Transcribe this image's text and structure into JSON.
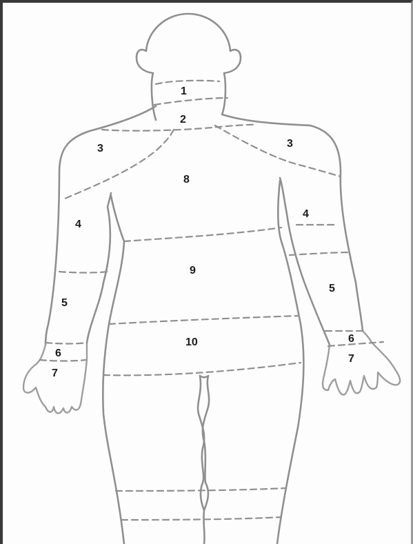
{
  "regions": [
    {
      "id": "neck",
      "label": "1"
    },
    {
      "id": "upper-back",
      "label": "2"
    },
    {
      "id": "shoulder-left",
      "label": "3"
    },
    {
      "id": "shoulder-right",
      "label": "3"
    },
    {
      "id": "upper-arm-left",
      "label": "4"
    },
    {
      "id": "upper-arm-right",
      "label": "4"
    },
    {
      "id": "forearm-left",
      "label": "5"
    },
    {
      "id": "forearm-right",
      "label": "5"
    },
    {
      "id": "wrist-left",
      "label": "6"
    },
    {
      "id": "wrist-right",
      "label": "6"
    },
    {
      "id": "hand-left",
      "label": "7"
    },
    {
      "id": "hand-right",
      "label": "7"
    },
    {
      "id": "back",
      "label": "8"
    },
    {
      "id": "waist",
      "label": "9"
    },
    {
      "id": "buttocks",
      "label": "10"
    }
  ]
}
